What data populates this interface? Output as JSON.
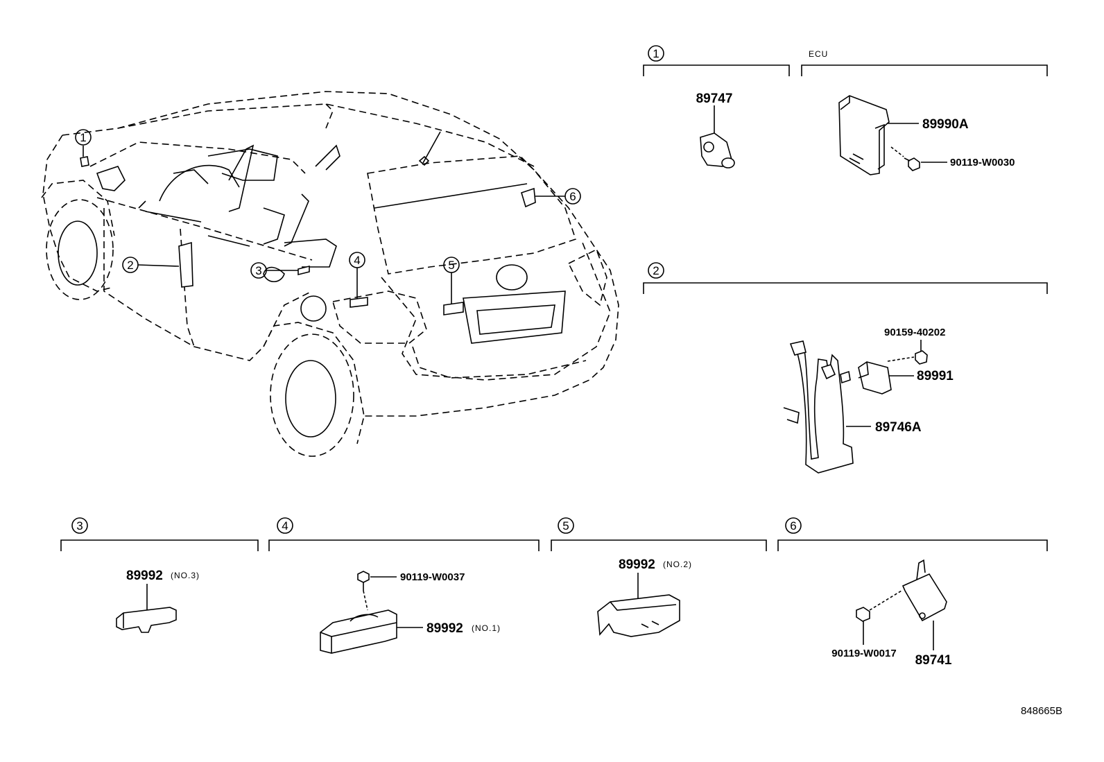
{
  "diagram_code": "848665B",
  "sections": [
    {
      "callout": "1",
      "label": ""
    },
    {
      "callout": "",
      "label": "ECU"
    },
    {
      "callout": "2",
      "label": ""
    },
    {
      "callout": "3",
      "label": ""
    },
    {
      "callout": "4",
      "label": ""
    },
    {
      "callout": "5",
      "label": ""
    },
    {
      "callout": "6",
      "label": ""
    }
  ],
  "car_callouts": [
    "1",
    "2",
    "3",
    "4",
    "5",
    "6"
  ],
  "parts": {
    "p89747": "89747",
    "p89990A": "89990A",
    "p90119_W0030": "90119-W0030",
    "p90159_40202": "90159-40202",
    "p89991": "89991",
    "p89746A": "89746A",
    "p89992_3": "89992",
    "p89992_3_note": "(NO.3)",
    "p90119_W0037": "90119-W0037",
    "p89992_1": "89992",
    "p89992_1_note": "(NO.1)",
    "p89992_2": "89992",
    "p89992_2_note": "(NO.2)",
    "p90119_W0017": "90119-W0017",
    "p89741": "89741"
  }
}
